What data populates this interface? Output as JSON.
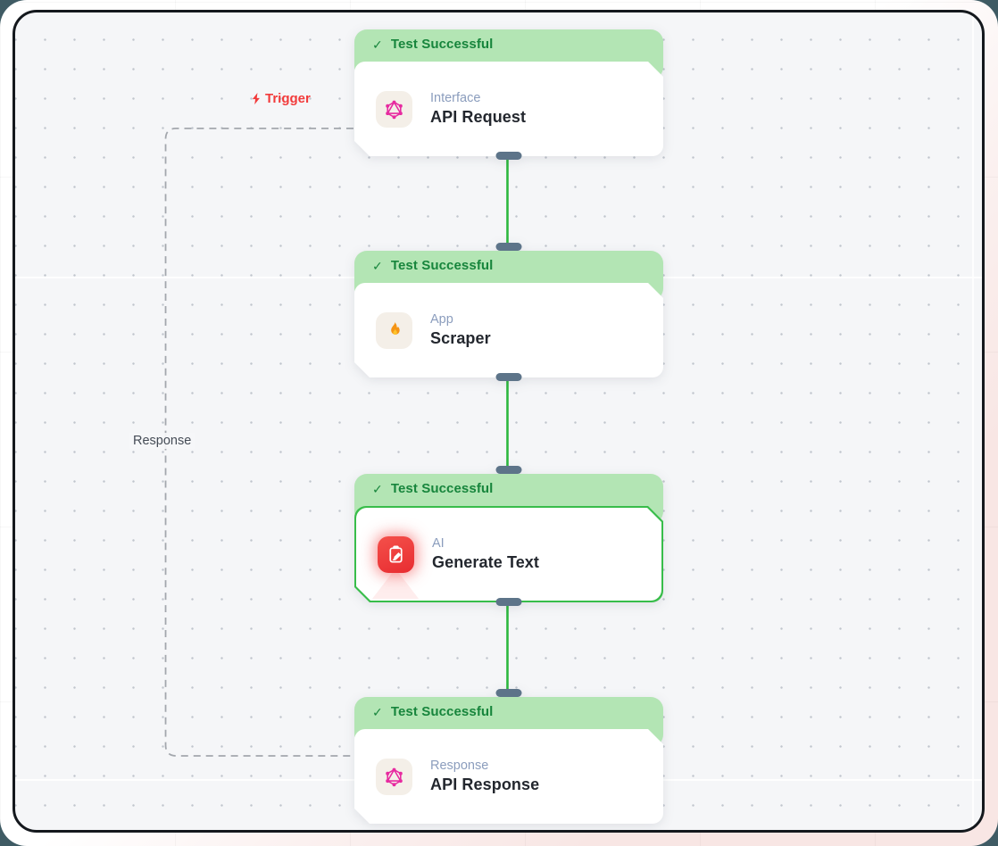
{
  "canvas": {
    "background_color": "#f5f6f8",
    "frame_border_color": "#14181d",
    "connector_color": "#2db83e",
    "dashed_connector_color": "#a3a7ad",
    "handle_color": "#5d7489"
  },
  "labels": {
    "trigger": "Trigger",
    "trigger_color": "#f23b3b",
    "response": "Response"
  },
  "badge": {
    "check_icon": "checkmark-icon",
    "background_color": "#b3e5b4",
    "text_color": "#17853c"
  },
  "selection": {
    "border_color": "#38bd4a"
  },
  "nodes": [
    {
      "badge": "Test Successful",
      "type_label": "Interface",
      "title": "API Request",
      "icon": "graphql-icon",
      "selected": false
    },
    {
      "badge": "Test Successful",
      "type_label": "App",
      "title": "Scraper",
      "icon": "fire-icon",
      "selected": false
    },
    {
      "badge": "Test Successful",
      "type_label": "AI",
      "title": "Generate Text",
      "icon": "clipboard-pencil-icon",
      "selected": true
    },
    {
      "badge": "Test Successful",
      "type_label": "Response",
      "title": "API Response",
      "icon": "graphql-icon",
      "selected": false
    }
  ]
}
